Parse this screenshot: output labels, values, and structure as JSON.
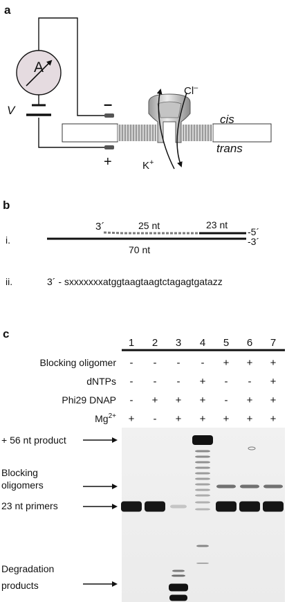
{
  "panels": {
    "a": {
      "letter": "a",
      "voltage_label": "V",
      "ammeter_label": "A",
      "minus_sign": "–",
      "plus_sign": "+",
      "cis_label": "cis",
      "trans_label": "trans",
      "chloride_ion": "Cl",
      "chloride_charge": "–",
      "potassium_ion": "K",
      "potassium_charge": "+"
    },
    "b": {
      "letter": "b",
      "row_i": "i.",
      "row_ii": "ii.",
      "three_prime_top": "3´",
      "label_25nt": "25 nt",
      "label_23nt": "23 nt",
      "label_70nt": "70 nt",
      "five_prime_end": "-5´",
      "three_prime_end": "-3´",
      "sequence": "3´ - sxxxxxxxatggtaagtaagtctagagtgatazz"
    },
    "c": {
      "letter": "c",
      "lane_numbers": [
        "1",
        "2",
        "3",
        "4",
        "5",
        "6",
        "7"
      ],
      "conditions": [
        {
          "label": "Blocking oligomer",
          "signs": [
            "-",
            "-",
            "-",
            "-",
            "+",
            "+",
            "+"
          ]
        },
        {
          "label": "dNTPs",
          "signs": [
            "-",
            "-",
            "-",
            "+",
            "-",
            "-",
            "+"
          ]
        },
        {
          "label": "Phi29 DNAP",
          "signs": [
            "-",
            "+",
            "+",
            "+",
            "-",
            "+",
            "+"
          ]
        },
        {
          "label": "Mg",
          "superscript": "2+",
          "signs": [
            "+",
            "-",
            "+",
            "+",
            "+",
            "+",
            "+"
          ]
        }
      ],
      "band_labels": {
        "product": "+ 56 nt product",
        "blocking_line1": "Blocking",
        "blocking_line2": "oligomers",
        "primers": "23 nt primers",
        "degradation_line1": "Degradation",
        "degradation_line2": "products"
      }
    }
  }
}
